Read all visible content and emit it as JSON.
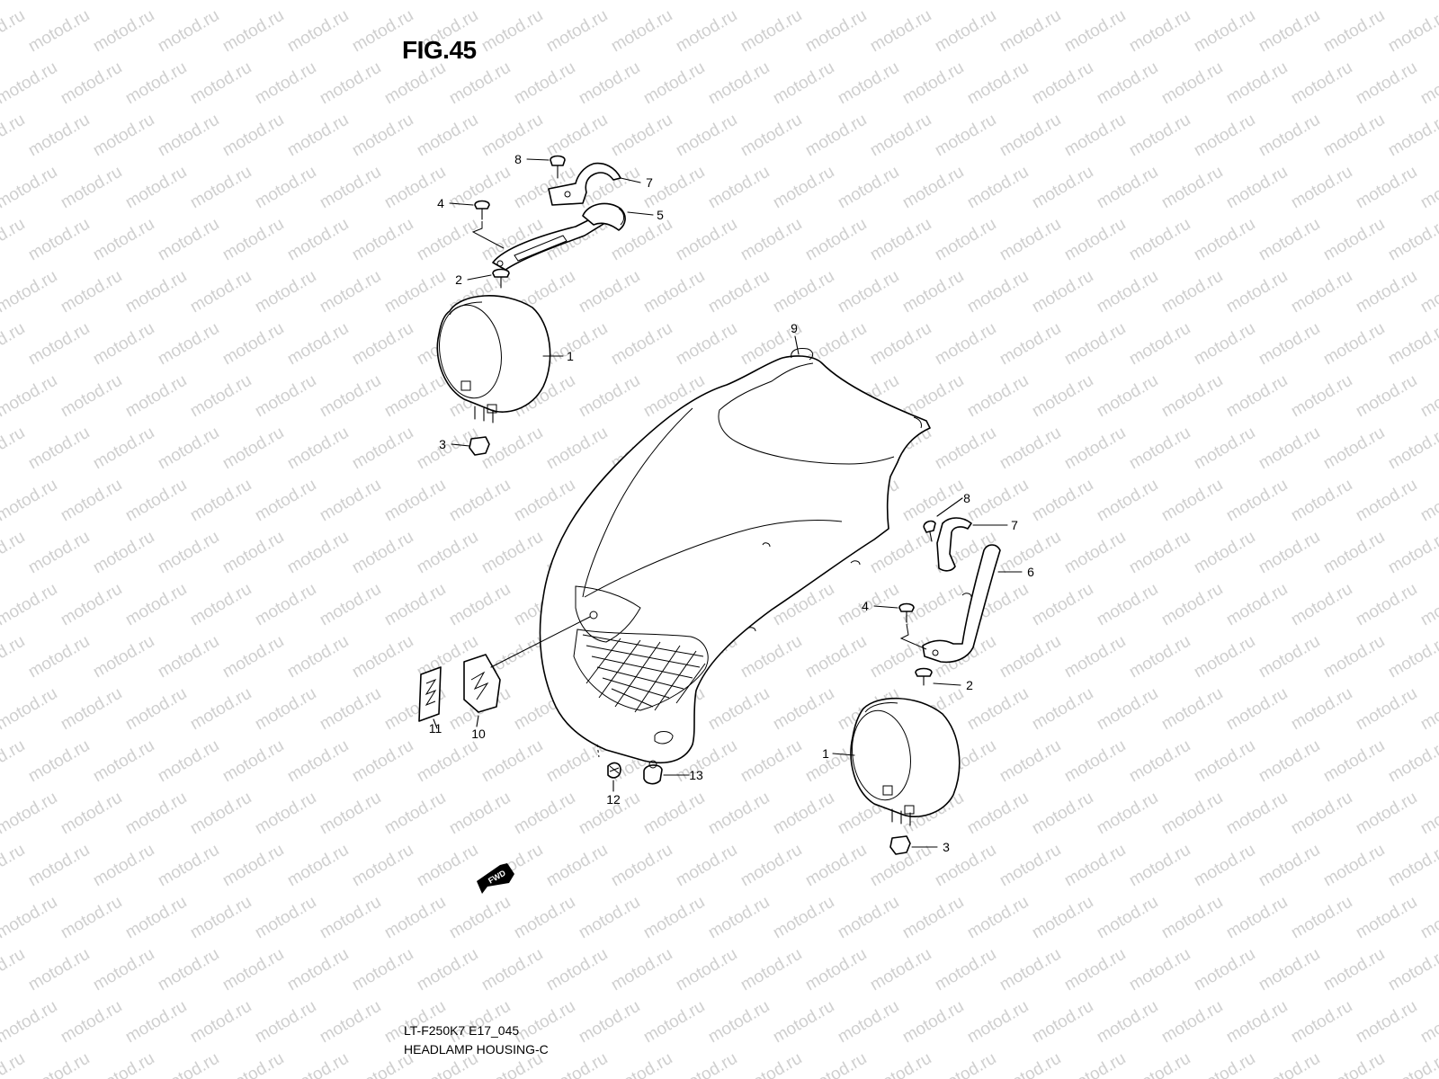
{
  "figure": {
    "title": "FIG.45"
  },
  "footer": {
    "code": "LT-F250K7 E17_045",
    "name": "HEADLAMP HOUSING-C"
  },
  "watermark": {
    "text": "motod.ru"
  },
  "fwd_arrow": {
    "label": "FWD"
  },
  "callouts": [
    {
      "id": "c8a",
      "label": "8"
    },
    {
      "id": "c7a",
      "label": "7"
    },
    {
      "id": "c4a",
      "label": "4"
    },
    {
      "id": "c5a",
      "label": "5"
    },
    {
      "id": "c2a",
      "label": "2"
    },
    {
      "id": "c1a",
      "label": "1"
    },
    {
      "id": "c3a",
      "label": "3"
    },
    {
      "id": "c9",
      "label": "9"
    },
    {
      "id": "c8b",
      "label": "8"
    },
    {
      "id": "c7b",
      "label": "7"
    },
    {
      "id": "c6",
      "label": "6"
    },
    {
      "id": "c4b",
      "label": "4"
    },
    {
      "id": "c2b",
      "label": "2"
    },
    {
      "id": "c11",
      "label": "11"
    },
    {
      "id": "c10",
      "label": "10"
    },
    {
      "id": "c13",
      "label": "13"
    },
    {
      "id": "c12",
      "label": "12"
    },
    {
      "id": "c1b",
      "label": "1"
    },
    {
      "id": "c3b",
      "label": "3"
    }
  ]
}
